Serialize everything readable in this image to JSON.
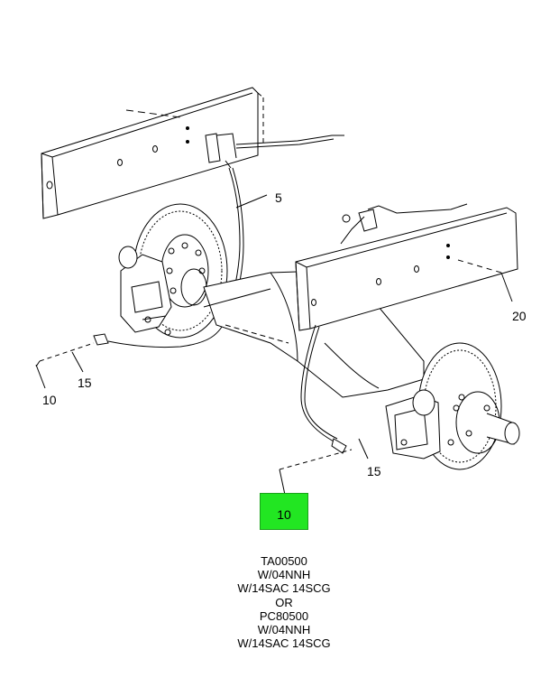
{
  "callouts": {
    "cable_upper": "5",
    "crossmember_right": "20",
    "hose_left": "15",
    "fitting_left": "10",
    "hose_right": "15",
    "fitting_right_highlighted": "10"
  },
  "highlight_color": "#22e622",
  "caption_lines": [
    "TA00500",
    "W/04NNH",
    "W/14SAC 14SCG",
    "OR",
    "PC80500",
    "W/04NNH",
    "W/14SAC 14SCG"
  ]
}
